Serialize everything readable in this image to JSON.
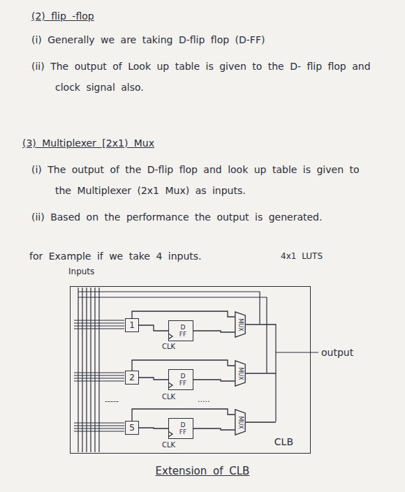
{
  "diagram": {
    "caption": "Extension of CLB",
    "nodes": [
      {
        "text": [
          "CLB"
        ]
      },
      {
        "text": [
          "1"
        ],
        "in": 0
      },
      {
        "text": [
          "D FF"
        ],
        "in": 0
      },
      {
        "text": [
          "MUX"
        ],
        "in": 0
      },
      {
        "text": [
          "2"
        ],
        "in": 0
      },
      {
        "text": [
          "D FF"
        ],
        "in": 0
      },
      {
        "text": [
          "MUX"
        ],
        "in": 0
      },
      {
        "text": [
          "5"
        ],
        "in": 0
      },
      {
        "text": [
          "D FF"
        ],
        "in": 0
      },
      {
        "text": [
          "MUX"
        ],
        "in": 0
      }
    ],
    "edges": [
      {
        "from": 1,
        "to": 2,
        "arrow": "none"
      },
      {
        "from": 1,
        "to": 3,
        "arrow": "none"
      },
      {
        "from": 2,
        "to": 3,
        "arrow": "none"
      },
      {
        "from": 4,
        "to": 5,
        "arrow": "none"
      },
      {
        "from": 4,
        "to": 6,
        "arrow": "none"
      },
      {
        "from": 5,
        "to": 6,
        "arrow": "none"
      },
      {
        "from": 7,
        "to": 8,
        "arrow": "none"
      },
      {
        "from": 7,
        "to": 9,
        "arrow": "none"
      },
      {
        "from": 8,
        "to": 9,
        "arrow": "none"
      }
    ],
    "labels": [
      "(2) flip -flop",
      "(i) Generally we are taking D-flip flop (D-FF)",
      "(ii) The output of Look up table is given to the D- flip flop and clock signal also.",
      "(3) Multiplexer [2x1) Mux",
      "(i) The output of the D-flip flop and look up table is given to the Multiplexer (2x1 Mux) as inputs.",
      "(ii) Based on the performance the output is generated.",
      "for Example if we take 4 inputs.",
      "4x1 LUTS",
      "Inputs",
      "CLK",
      "CLK",
      "CLK",
      "-----",
      ".....",
      "output"
    ]
  }
}
